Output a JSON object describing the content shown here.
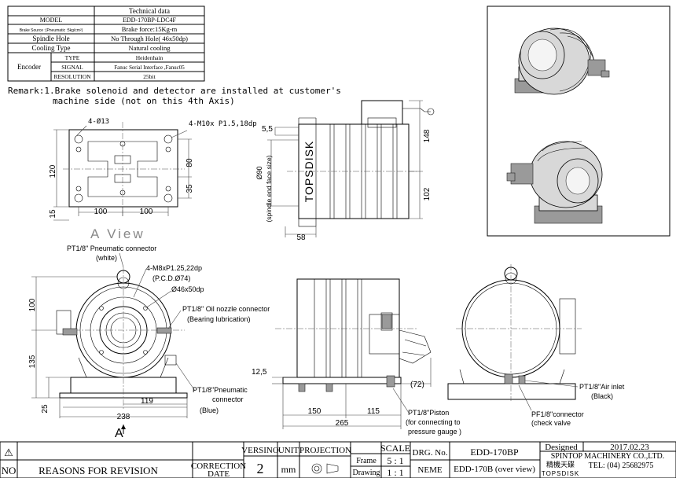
{
  "spec_table": {
    "title": "Technical data",
    "rows": [
      {
        "label": "MODEL",
        "value": "EDD-170BP-LDC4F"
      },
      {
        "label": "Brake Source :(Pneumatic :5kg/cm²)",
        "value": "Brake force:15Kg-m"
      },
      {
        "label": "Spindle Hole",
        "value": "No Through Hole( 46x50dp)"
      },
      {
        "label": "Cooling Type",
        "value": "Natural cooling"
      }
    ],
    "encoder_label": "Encoder",
    "encoder_rows": [
      {
        "label": "TYPE",
        "value": "Heidenhain"
      },
      {
        "label": "SIGNAL",
        "value": "Fanuc Serial Interface ,Fanuc05"
      },
      {
        "label": "RESOLUTION",
        "value": "25bit"
      }
    ]
  },
  "remark": {
    "line1": "Remark:1.Brake solenoid and detector are installed at customer's",
    "line2": "machine side (not on this 4th Axis)"
  },
  "a_view": {
    "hole_label": "4-Ø13",
    "tap_label": "4-M10x P1.5,18dp",
    "dim_120": "120",
    "dim_15": "15",
    "dim_100_left": "100",
    "dim_100_right": "100",
    "dim_80": "80",
    "dim_35": "35",
    "title": "A View"
  },
  "side_view_top": {
    "dim_55": "5,5",
    "dim_90": "Ø90",
    "face_label": "(spindle end face size)",
    "brand": "TOPSDISK",
    "dim_148": "148",
    "dim_102": "102",
    "dim_58": "58"
  },
  "front_view": {
    "pneumatic_label": "PT1/8\" Pneumatic connector",
    "pneumatic_sub": "(white)",
    "tap_label": "4-M8xP1.25,22dp",
    "pcd_label": "(P.C.D.Ø74)",
    "bore_label": "Ø46x50dp",
    "oil_label": "PT1/8\" Oil nozzle connector",
    "oil_sub": "(Bearing lubrication)",
    "pneumatic2_label": "PT1/8\"Pneumatic",
    "pneumatic2_sub": "connector",
    "pneumatic2_color": "(Blue)",
    "dim_100": "100",
    "dim_135": "135",
    "dim_25": "25",
    "dim_119": "119",
    "dim_238": "238",
    "arrow_label": "A"
  },
  "side_view_bottom": {
    "dim_125": "12,5",
    "dim_150": "150",
    "dim_115": "115",
    "dim_265": "265",
    "dim_72": "(72)",
    "piston_label": "PT1/8\"Piston",
    "piston_sub": "(for connecting to",
    "piston_sub2": "pressure gauge )"
  },
  "rear_view": {
    "air_label": "PT1/8\"Air inlet",
    "air_sub": "(Black)",
    "pf_label": "PF1/8\"connector",
    "pf_sub": "(check valve"
  },
  "title_block": {
    "revision_symbol": "⚠",
    "no_label": "NO",
    "reasons_label": "REASONS FOR REVISION",
    "correction_label": "CORRECTION",
    "date_label": "DATE",
    "version_label": "VERSINO",
    "version_value": "2",
    "unit_label": "UNIT",
    "unit_value": "mm",
    "projection_label": "PROJECTION",
    "scale_label": "SCALE",
    "frame_label": "Frame",
    "frame_scale": "5 : 1",
    "drawing_label": "Drawing",
    "drawing_scale": "1 : 1",
    "drg_label": "DRG. No.",
    "drg_value": "EDD-170BP",
    "neme_label": "NEME",
    "neme_value": "EDD-170B (over view)",
    "designed_label": "Designed",
    "date_value": "2017.02.23",
    "company": "SPINTOP MACHINERY CO.,LTD.",
    "tel": "TEL: (04) 25682975",
    "brand_cn": "精機天碟",
    "brand": "TOPSDISK"
  }
}
